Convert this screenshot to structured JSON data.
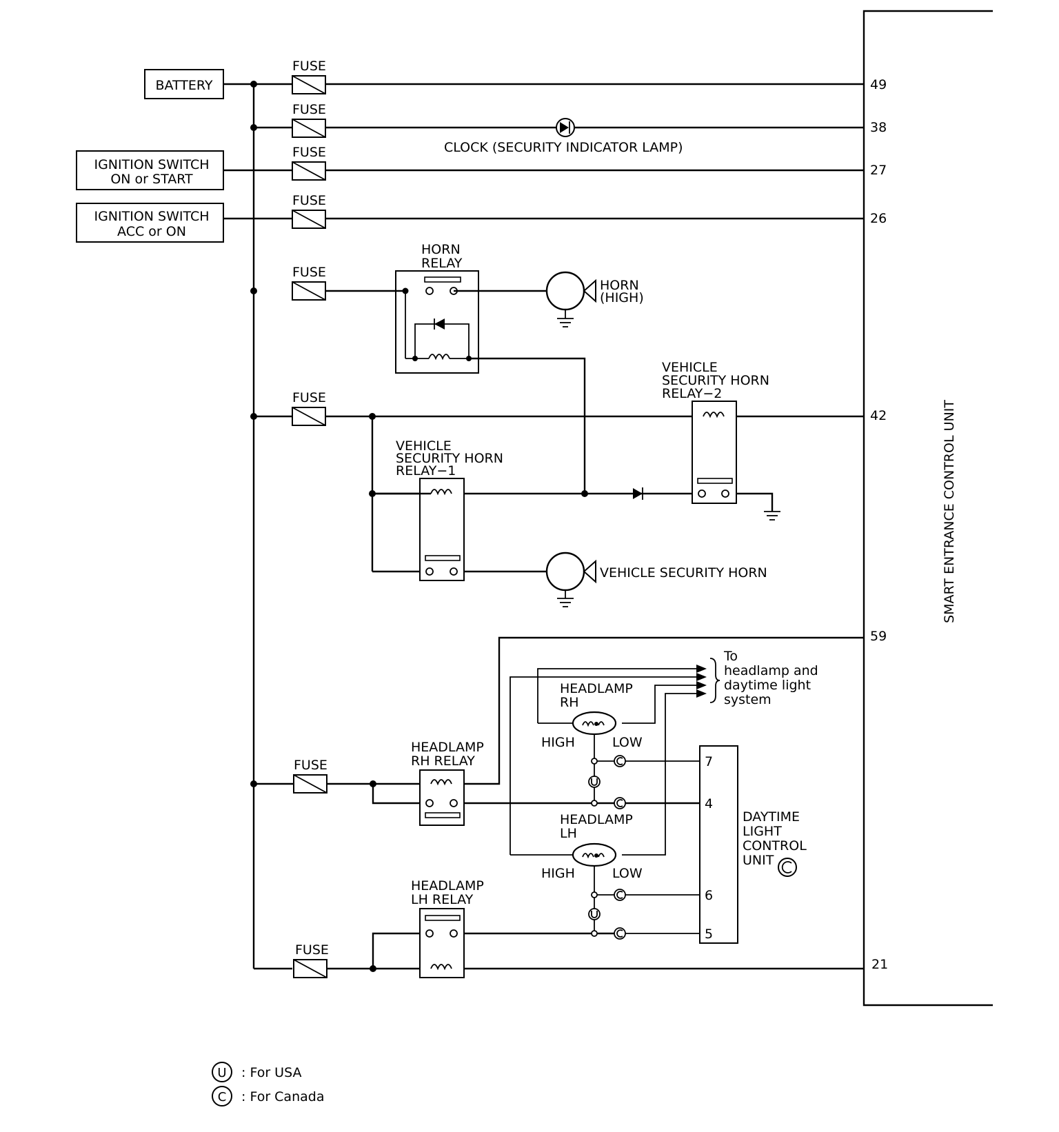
{
  "sources": {
    "battery": "BATTERY",
    "ign1_line1": "IGNITION SWITCH",
    "ign1_line2": "ON or START",
    "ign2_line1": "IGNITION SWITCH",
    "ign2_line2": "ACC or ON"
  },
  "fuse_label": "FUSE",
  "clock_label": "CLOCK (SECURITY INDICATOR LAMP)",
  "horn_relay": [
    "HORN",
    "RELAY"
  ],
  "horn_high": [
    "HORN",
    "(HIGH)"
  ],
  "vsh_relay1": [
    "VEHICLE",
    "SECURITY HORN",
    "RELAY−1"
  ],
  "vsh_relay2": [
    "VEHICLE",
    "SECURITY HORN",
    "RELAY−2"
  ],
  "vsh_horn": "VEHICLE SECURITY HORN",
  "headlamp_rh": [
    "HEADLAMP",
    "RH"
  ],
  "headlamp_lh": [
    "HEADLAMP",
    "LH"
  ],
  "rh_relay": [
    "HEADLAMP",
    "RH RELAY"
  ],
  "lh_relay": [
    "HEADLAMP",
    "LH RELAY"
  ],
  "high": "HIGH",
  "low": "LOW",
  "to_headlamp": [
    "To",
    "headlamp and",
    "daytime light",
    "system"
  ],
  "dlcu": [
    "DAYTIME",
    "LIGHT",
    "CONTROL",
    "UNIT"
  ],
  "dlcu_pins": [
    "7",
    "4",
    "6",
    "5"
  ],
  "secu_label": "SMART ENTRANCE CONTROL UNIT",
  "secu_pins": [
    "49",
    "38",
    "27",
    "26",
    "42",
    "59",
    "21"
  ],
  "coil_glyph": "೫೫೫",
  "legend": {
    "u_symbol": "U",
    "c_symbol": "C",
    "u_text": ": For USA",
    "c_text": ": For Canada"
  }
}
